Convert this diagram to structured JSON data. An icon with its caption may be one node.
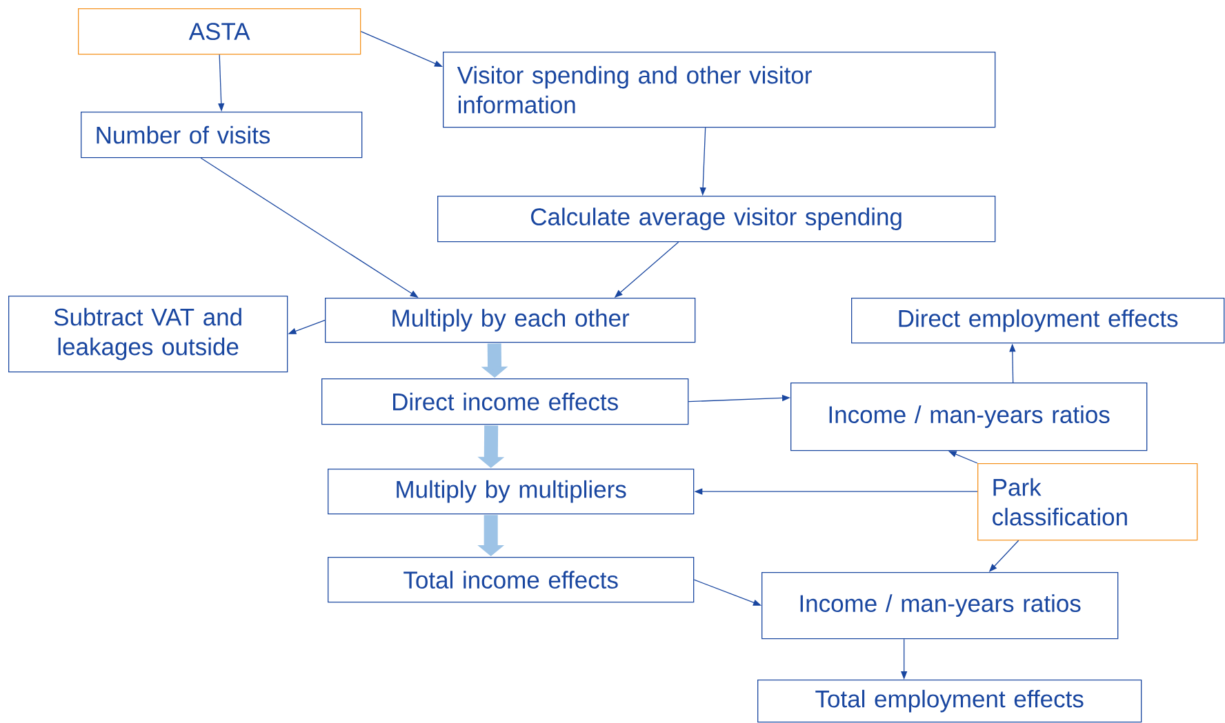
{
  "diagram": {
    "nodes": [
      {
        "text": [
          "ASTA"
        ]
      },
      {
        "text": [
          "Visitor spending and other visitor information"
        ]
      },
      {
        "text": [
          "Number of visits"
        ]
      },
      {
        "text": [
          "Calculate average visitor spending"
        ]
      },
      {
        "text": [
          "Subtract VAT and leakages outside"
        ]
      },
      {
        "text": [
          "Multiply by each other"
        ]
      },
      {
        "text": [
          "Direct employment effects"
        ]
      },
      {
        "text": [
          "Direct income effects"
        ]
      },
      {
        "text": [
          "Income / man-years ratios"
        ]
      },
      {
        "text": [
          "Multiply by multipliers"
        ]
      },
      {
        "text": [
          "Park classification"
        ]
      },
      {
        "text": [
          "Total income effects"
        ]
      },
      {
        "text": [
          "Income / man-years ratios"
        ]
      },
      {
        "text": [
          "Total employment effects"
        ]
      }
    ],
    "edges": [
      {
        "from": 0,
        "to": 2,
        "arrow": "to"
      },
      {
        "from": 0,
        "to": 1,
        "arrow": "to"
      },
      {
        "from": 1,
        "to": 3,
        "arrow": "to"
      },
      {
        "from": 2,
        "to": 5,
        "arrow": "to"
      },
      {
        "from": 3,
        "to": 5,
        "arrow": "to"
      },
      {
        "from": 5,
        "to": 4,
        "arrow": "to"
      },
      {
        "from": 5,
        "to": 7,
        "arrow": "to",
        "style": "thick",
        "color": "#9dc3e6"
      },
      {
        "from": 7,
        "to": 9,
        "arrow": "to",
        "style": "thick",
        "color": "#9dc3e6"
      },
      {
        "from": 9,
        "to": 11,
        "arrow": "to",
        "style": "thick",
        "color": "#9dc3e6"
      },
      {
        "from": 7,
        "to": 8,
        "arrow": "to"
      },
      {
        "from": 8,
        "to": 6,
        "arrow": "to"
      },
      {
        "from": 10,
        "to": 8,
        "arrow": "to"
      },
      {
        "from": 10,
        "to": 9,
        "arrow": "to"
      },
      {
        "from": 10,
        "to": 12,
        "arrow": "to"
      },
      {
        "from": 11,
        "to": 12,
        "arrow": "to"
      },
      {
        "from": 12,
        "to": 13,
        "arrow": "to"
      }
    ]
  }
}
